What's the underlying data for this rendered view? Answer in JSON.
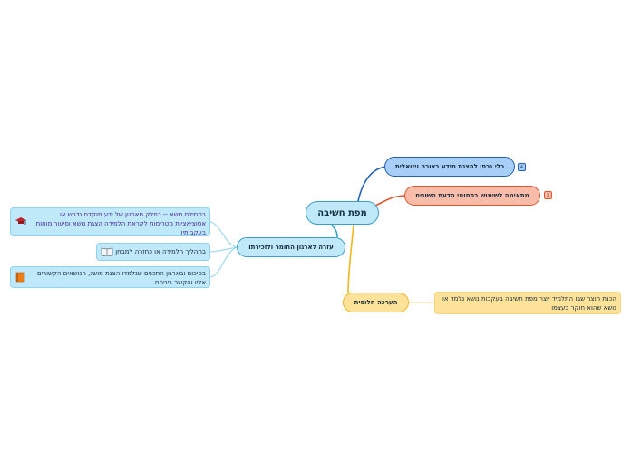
{
  "root": {
    "label": "מפת חשיבה"
  },
  "branches": {
    "visual": {
      "label": "כלי גרפי להצגת מידע בצורה ויזואלית",
      "badge": "4",
      "color": "#1f5fb8"
    },
    "fields": {
      "label": "מתאימה לשימוש בתחומי הדעת השונים",
      "badge": "3",
      "color": "#e2552b"
    },
    "assessment": {
      "label": "הערכה חלופית",
      "color": "#f2b51a"
    },
    "organize": {
      "label": "עזרה לארגון החומר ולזכירתו",
      "color": "#3a9fcc"
    }
  },
  "leaves": {
    "assessment_note": "הכנת תוצר שבו התלמיד יוצר מפת חשיבה בעקבות נושא נלמד או נושא שהוא חוקר בעצמו",
    "intro": "בתחילת נושא -- כחלק מארגון של ידע מוקדם נדרש או אסוציאציות מטרימות לקראת הלמידה הצגת נושא וסיעור מוחות בעקבותיו",
    "process": "בתהליך הלמידה או כחזרה למבחן",
    "summary": "בסיכום ובארגון התכנים שנלמדו הצגת מושג, הנושאים הקשורים אליו והקשר ביניהם"
  },
  "icons": [
    "graduation-cap-icon",
    "book-icon",
    "notebook-icon"
  ]
}
